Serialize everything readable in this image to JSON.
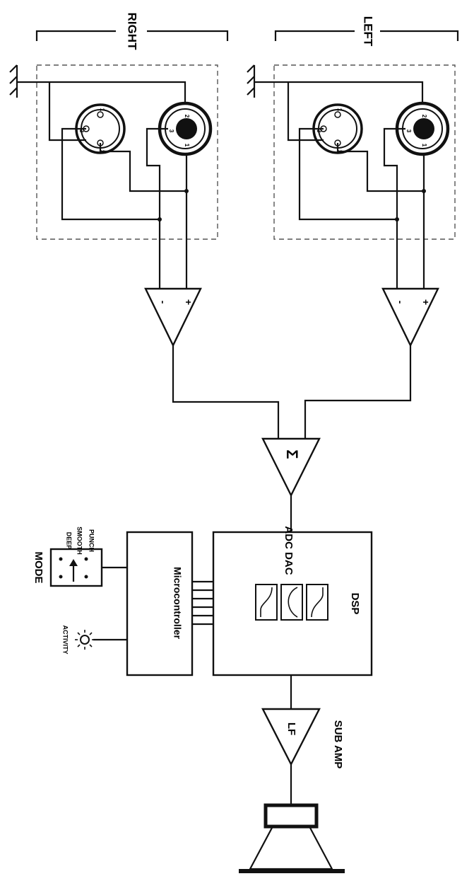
{
  "channels": {
    "right_label": "RIGHT",
    "left_label": "LEFT"
  },
  "xlr": {
    "female_pins": [
      "1",
      "3",
      "2"
    ],
    "male_pins": [
      "2",
      "3",
      "1"
    ]
  },
  "opamp": {
    "minus": "-",
    "plus": "+"
  },
  "summer": {
    "symbol": "Σ"
  },
  "dsp": {
    "adc_dac_label": "ADC DAC",
    "title": "DSP"
  },
  "microcontroller": {
    "title": "Microcontroller"
  },
  "mode": {
    "title": "MODE",
    "options": [
      "PUNCH",
      "SMOOTH",
      "DEEP"
    ]
  },
  "activity": {
    "label": "ACTIVITY"
  },
  "sub_amp": {
    "label": "SUB AMP",
    "amp_symbol": "LF"
  },
  "colors": {
    "ink": "#111111",
    "dashed": "#555555",
    "background": "#ffffff"
  }
}
